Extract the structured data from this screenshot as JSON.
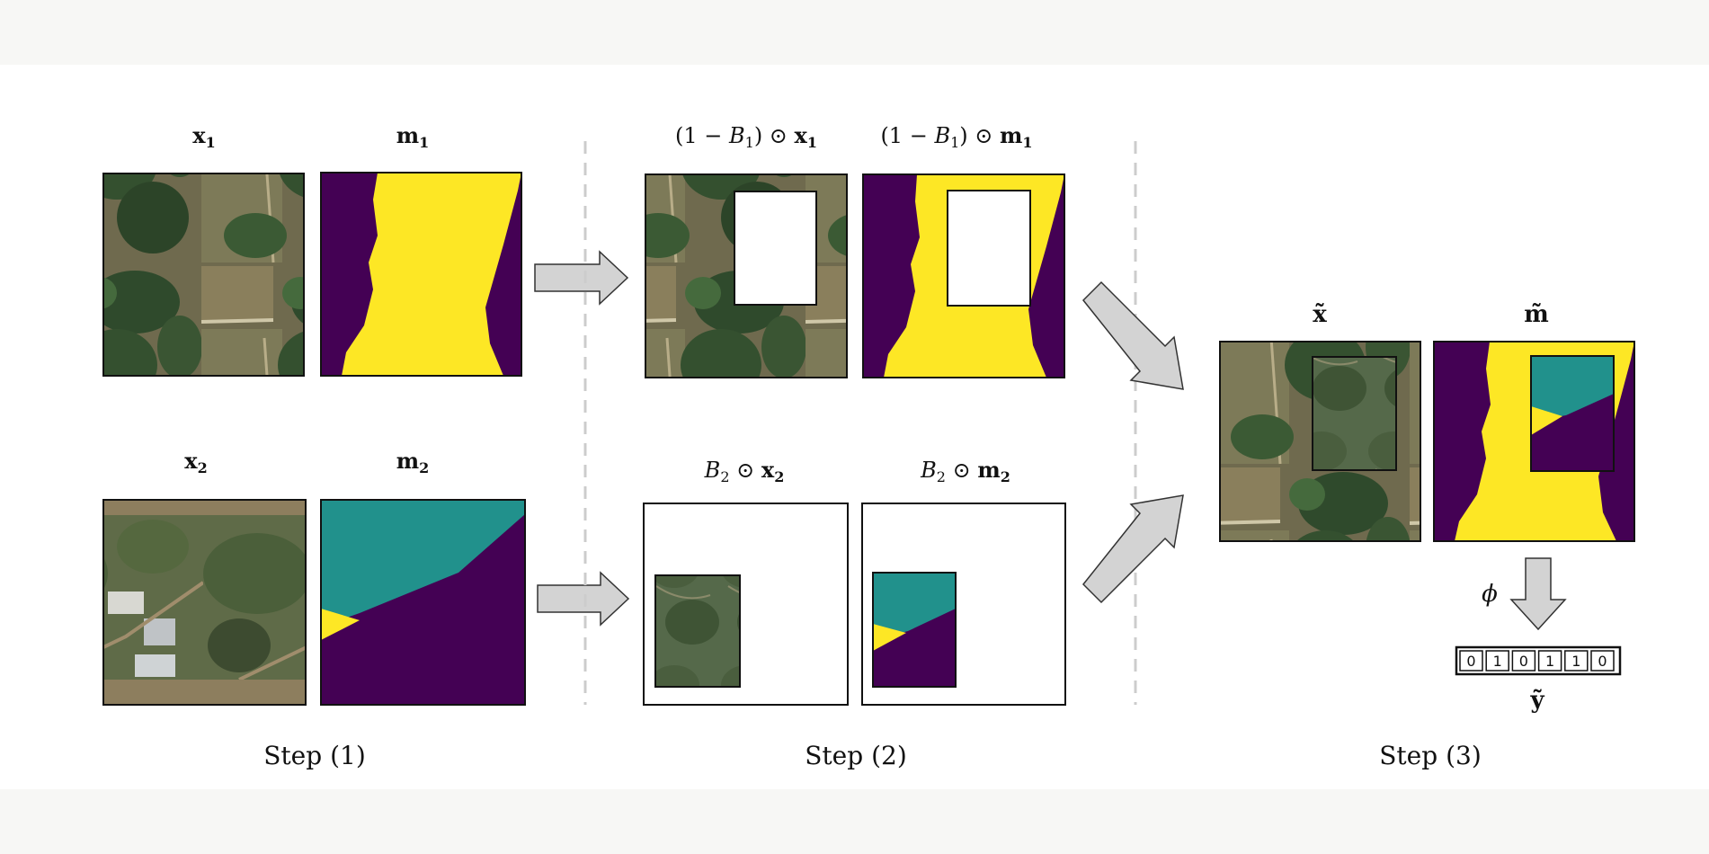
{
  "colors": {
    "mask_yellow": "#FDE725",
    "mask_purple": "#440154",
    "mask_teal": "#21918C",
    "arrow_fill": "#d3d3d3",
    "arrow_stroke": "#333333",
    "divider": "#cccccc"
  },
  "labels": {
    "x1": "x",
    "x1_sub": "1",
    "m1": "m",
    "m1_sub": "1",
    "x2": "x",
    "x2_sub": "2",
    "m2": "m",
    "m2_sub": "2",
    "masked_x1_prefix": "(1 − ",
    "masked_x1_B": "B",
    "masked_x1_Bsub": "1",
    "masked_x1_op": ") ⊙ ",
    "masked_x1_var": "x",
    "masked_x1_varsub": "1",
    "masked_m1_prefix": "(1 − ",
    "masked_m1_B": "B",
    "masked_m1_Bsub": "1",
    "masked_m1_op": ") ⊙ ",
    "masked_m1_var": "m",
    "masked_m1_varsub": "1",
    "b2x2_B": "B",
    "b2x2_Bsub": "2",
    "b2x2_op": " ⊙ ",
    "b2x2_var": "x",
    "b2x2_varsub": "2",
    "b2m2_B": "B",
    "b2m2_Bsub": "2",
    "b2m2_op": " ⊙ ",
    "b2m2_var": "m",
    "b2m2_varsub": "2",
    "x_tilde": "x̃",
    "m_tilde": "m̃",
    "phi": "ϕ",
    "y_tilde": "ỹ"
  },
  "label_vector": [
    "0",
    "1",
    "0",
    "1",
    "1",
    "0"
  ],
  "steps": {
    "step1": "Step (1)",
    "step2": "Step (2)",
    "step3": "Step (3)"
  }
}
